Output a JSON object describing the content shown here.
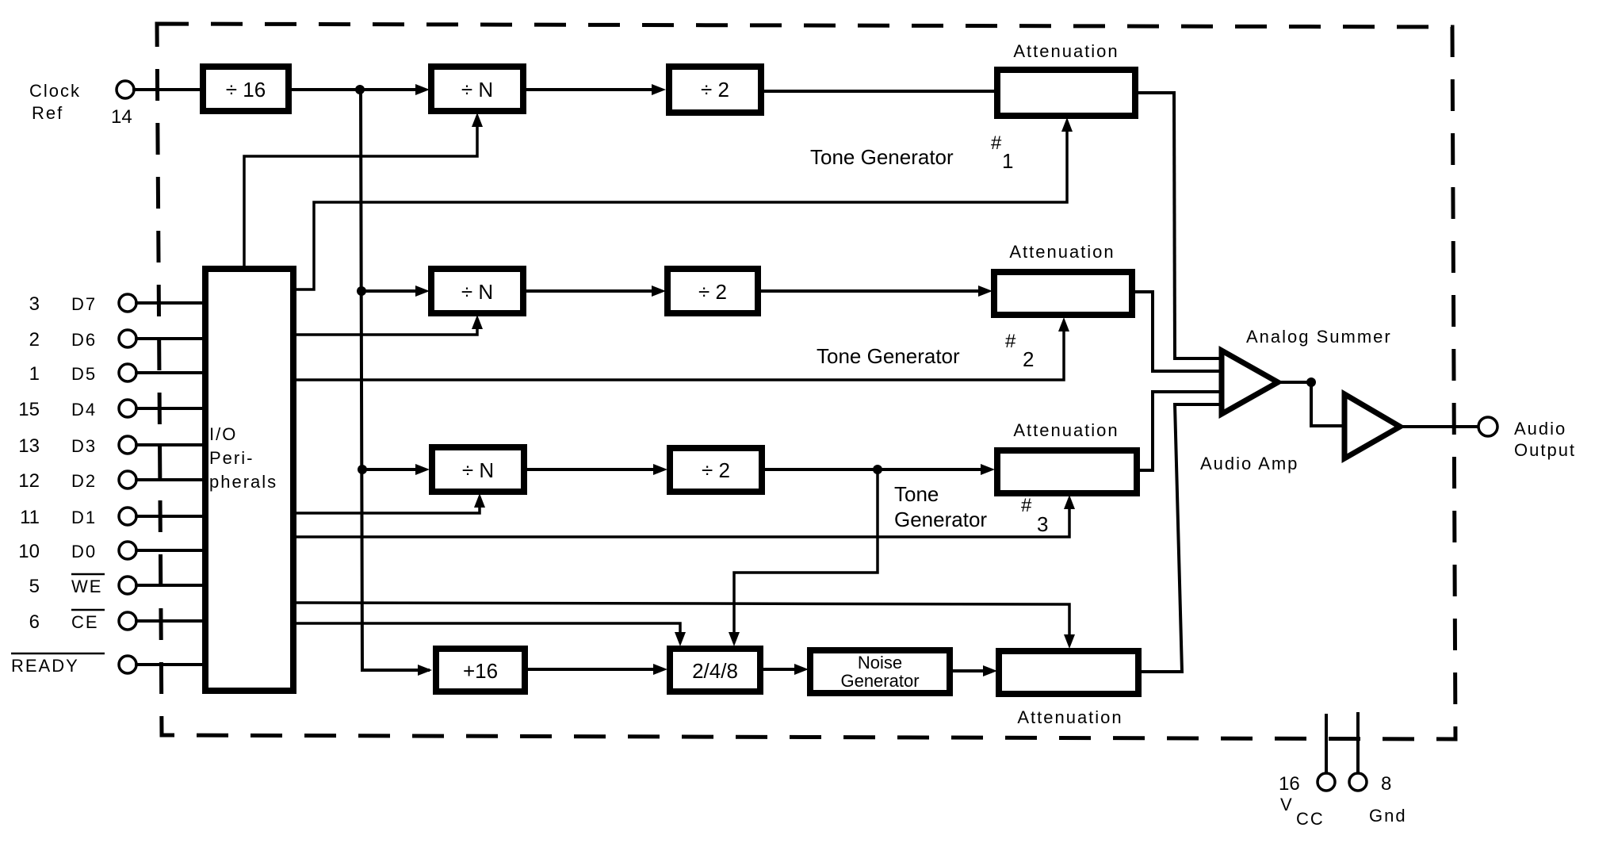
{
  "diagram": {
    "title": "Complex Sound Generator Block Diagram",
    "pins_left": [
      {
        "number": "3",
        "name": "D7",
        "overline": false
      },
      {
        "number": "2",
        "name": "D6",
        "overline": false
      },
      {
        "number": "1",
        "name": "D5",
        "overline": false
      },
      {
        "number": "15",
        "name": "D4",
        "overline": false
      },
      {
        "number": "13",
        "name": "D3",
        "overline": false
      },
      {
        "number": "12",
        "name": "D2",
        "overline": false
      },
      {
        "number": "11",
        "name": "D1",
        "overline": false
      },
      {
        "number": "10",
        "name": "D0",
        "overline": false
      },
      {
        "number": "5",
        "name": "WE",
        "overline": true
      },
      {
        "number": "6",
        "name": "CE",
        "overline": true
      },
      {
        "number": "",
        "name": "READY",
        "overline": true
      }
    ],
    "clock": {
      "label_line1": "Clock",
      "label_line2": "Ref",
      "pin_number": "14"
    },
    "io_block": {
      "line1": "I/O",
      "line2": "Peri-",
      "line3": "pherals"
    },
    "blocks": {
      "clock_divider": "÷ 16",
      "divN_1": "÷ N",
      "divN_2": "÷ N",
      "divN_3": "÷ N",
      "div2_1": "÷ 2",
      "div2_2": "÷ 2",
      "div2_3": "÷ 2",
      "noise_prescaler": "+16",
      "noise_shift_select": "2/4/8",
      "noise_gen_line1": "Noise",
      "noise_gen_line2": "Generator"
    },
    "attenuation_label": "Attenuation",
    "tone_generators": [
      {
        "label": "Tone Generator",
        "hash": "#",
        "index": "1"
      },
      {
        "label": "Tone Generator",
        "hash": "#",
        "index": "2"
      },
      {
        "label_line1": "Tone",
        "label_line2": "Generator",
        "hash": "#",
        "index": "3"
      }
    ],
    "analog_summer_label": "Analog Summer",
    "audio_amp_label": "Audio Amp",
    "audio_output": {
      "line1": "Audio",
      "line2": "Output"
    },
    "power": {
      "vcc_pin": "16",
      "vcc_label": "V",
      "vcc_sub": "CC",
      "gnd_pin": "8",
      "gnd_label": "Gnd"
    }
  }
}
